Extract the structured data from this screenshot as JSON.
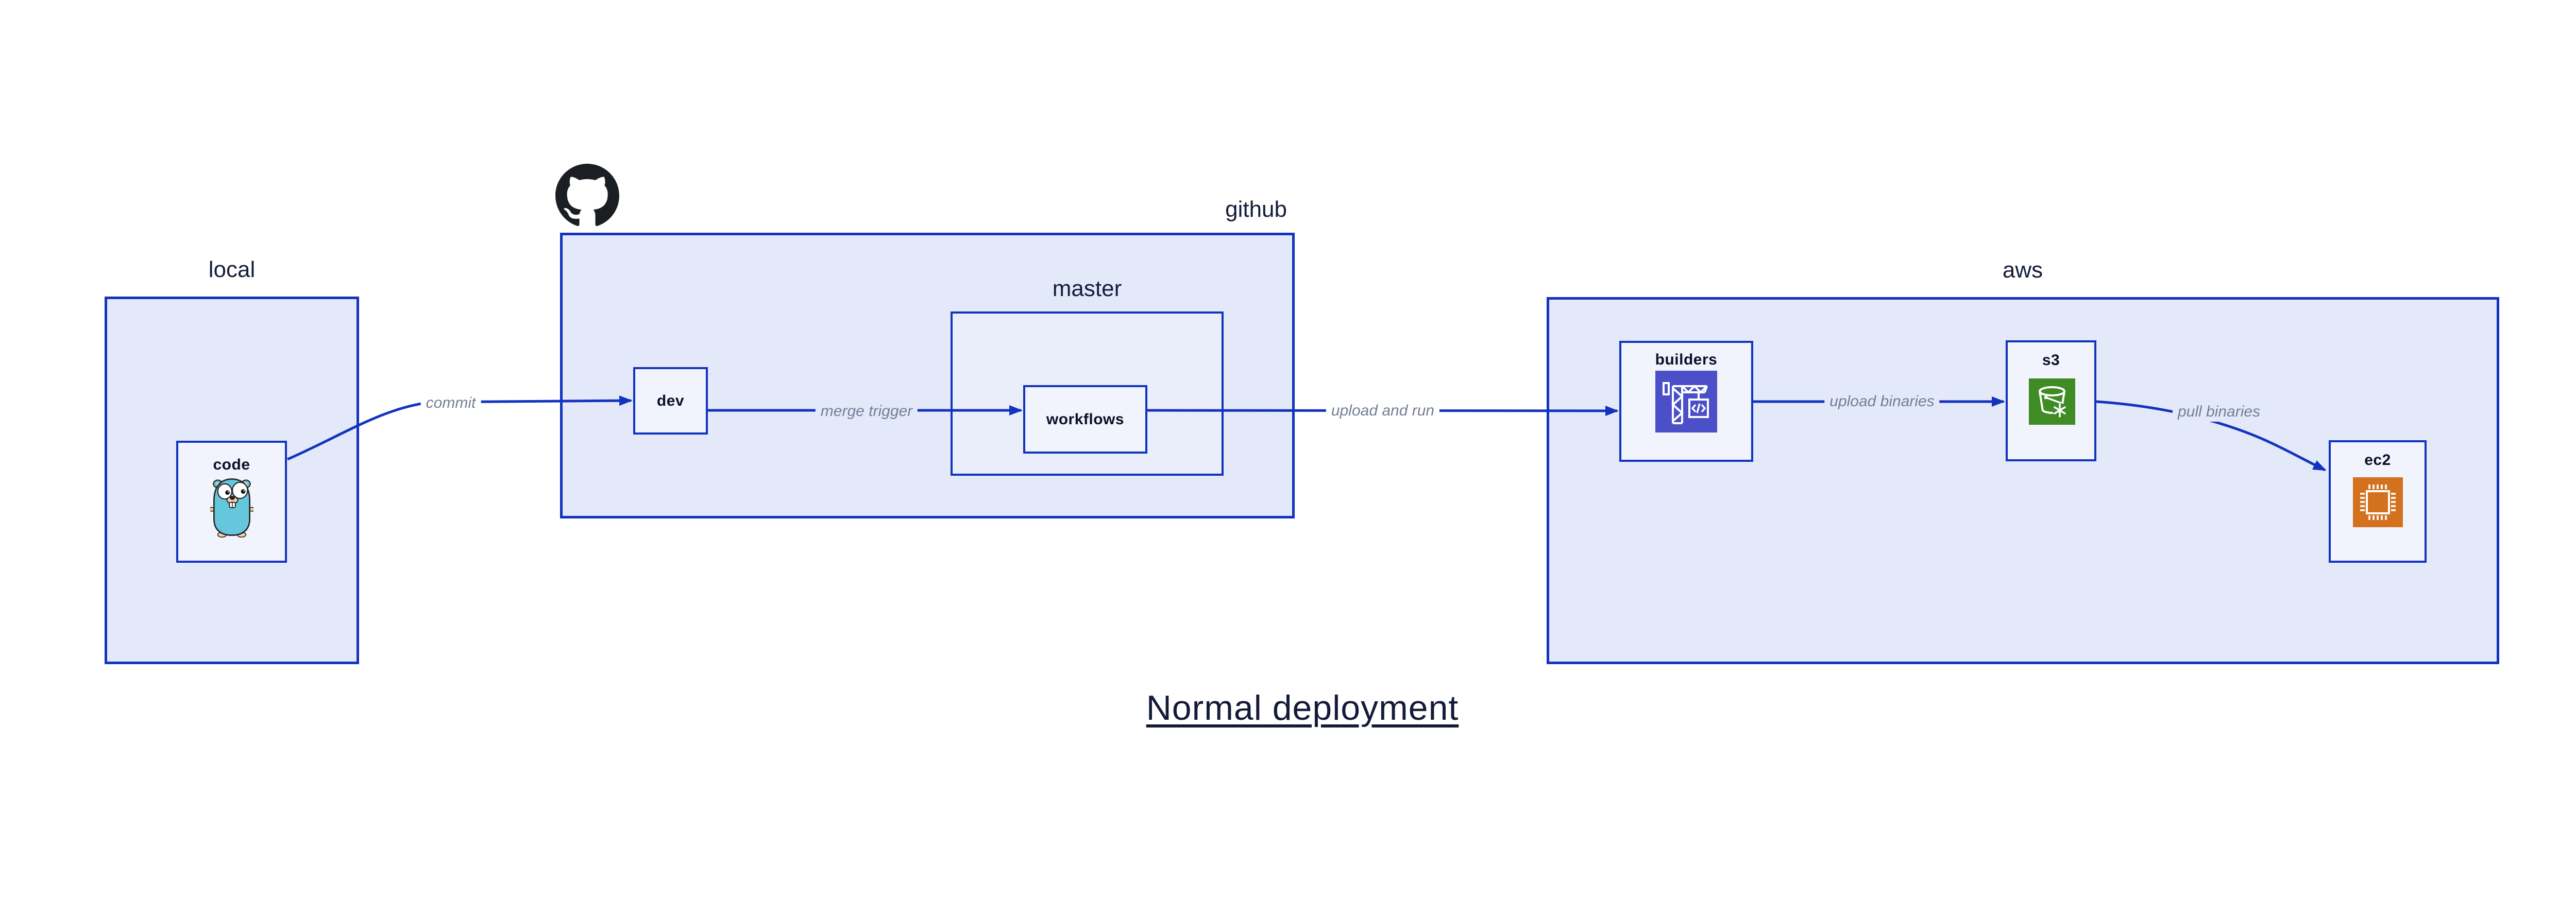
{
  "title": {
    "text": "Normal deployment"
  },
  "containers": {
    "local": {
      "label": "local"
    },
    "github": {
      "label": "github"
    },
    "master": {
      "label": "master"
    },
    "aws": {
      "label": "aws"
    }
  },
  "nodes": {
    "code": {
      "label": "code"
    },
    "dev": {
      "label": "dev"
    },
    "workflows": {
      "label": "workflows"
    },
    "builders": {
      "label": "builders"
    },
    "s3": {
      "label": "s3"
    },
    "ec2": {
      "label": "ec2"
    }
  },
  "edges": {
    "commit": {
      "label": "commit"
    },
    "merge_trigger": {
      "label": "merge trigger"
    },
    "upload_and_run": {
      "label": "upload and run"
    },
    "upload_binaries": {
      "label": "upload binaries"
    },
    "pull_binaries": {
      "label": "pull binaries"
    }
  },
  "icons": {
    "octocat": "github-octocat-icon",
    "gopher": "go-gopher-icon",
    "builders": "codebuild-crane-icon",
    "s3": "s3-glacier-bucket-icon",
    "ec2": "ec2-chip-icon"
  },
  "colors": {
    "line_blue": "#1233BE",
    "container_fill": "#E4E9FA",
    "nested_fill": "#EAEEFB",
    "node_fill": "#F1F4FC",
    "builders_icon_bg": "#4B50C8",
    "s3_icon_bg": "#3F8B24",
    "ec2_icon_bg": "#D4711E",
    "edge_label_text": "#767E95",
    "label_text": "#151C3C",
    "node_label_text": "#0B102A",
    "octocat_black": "#1B1F23",
    "gopher_body": "#65C7DC"
  }
}
